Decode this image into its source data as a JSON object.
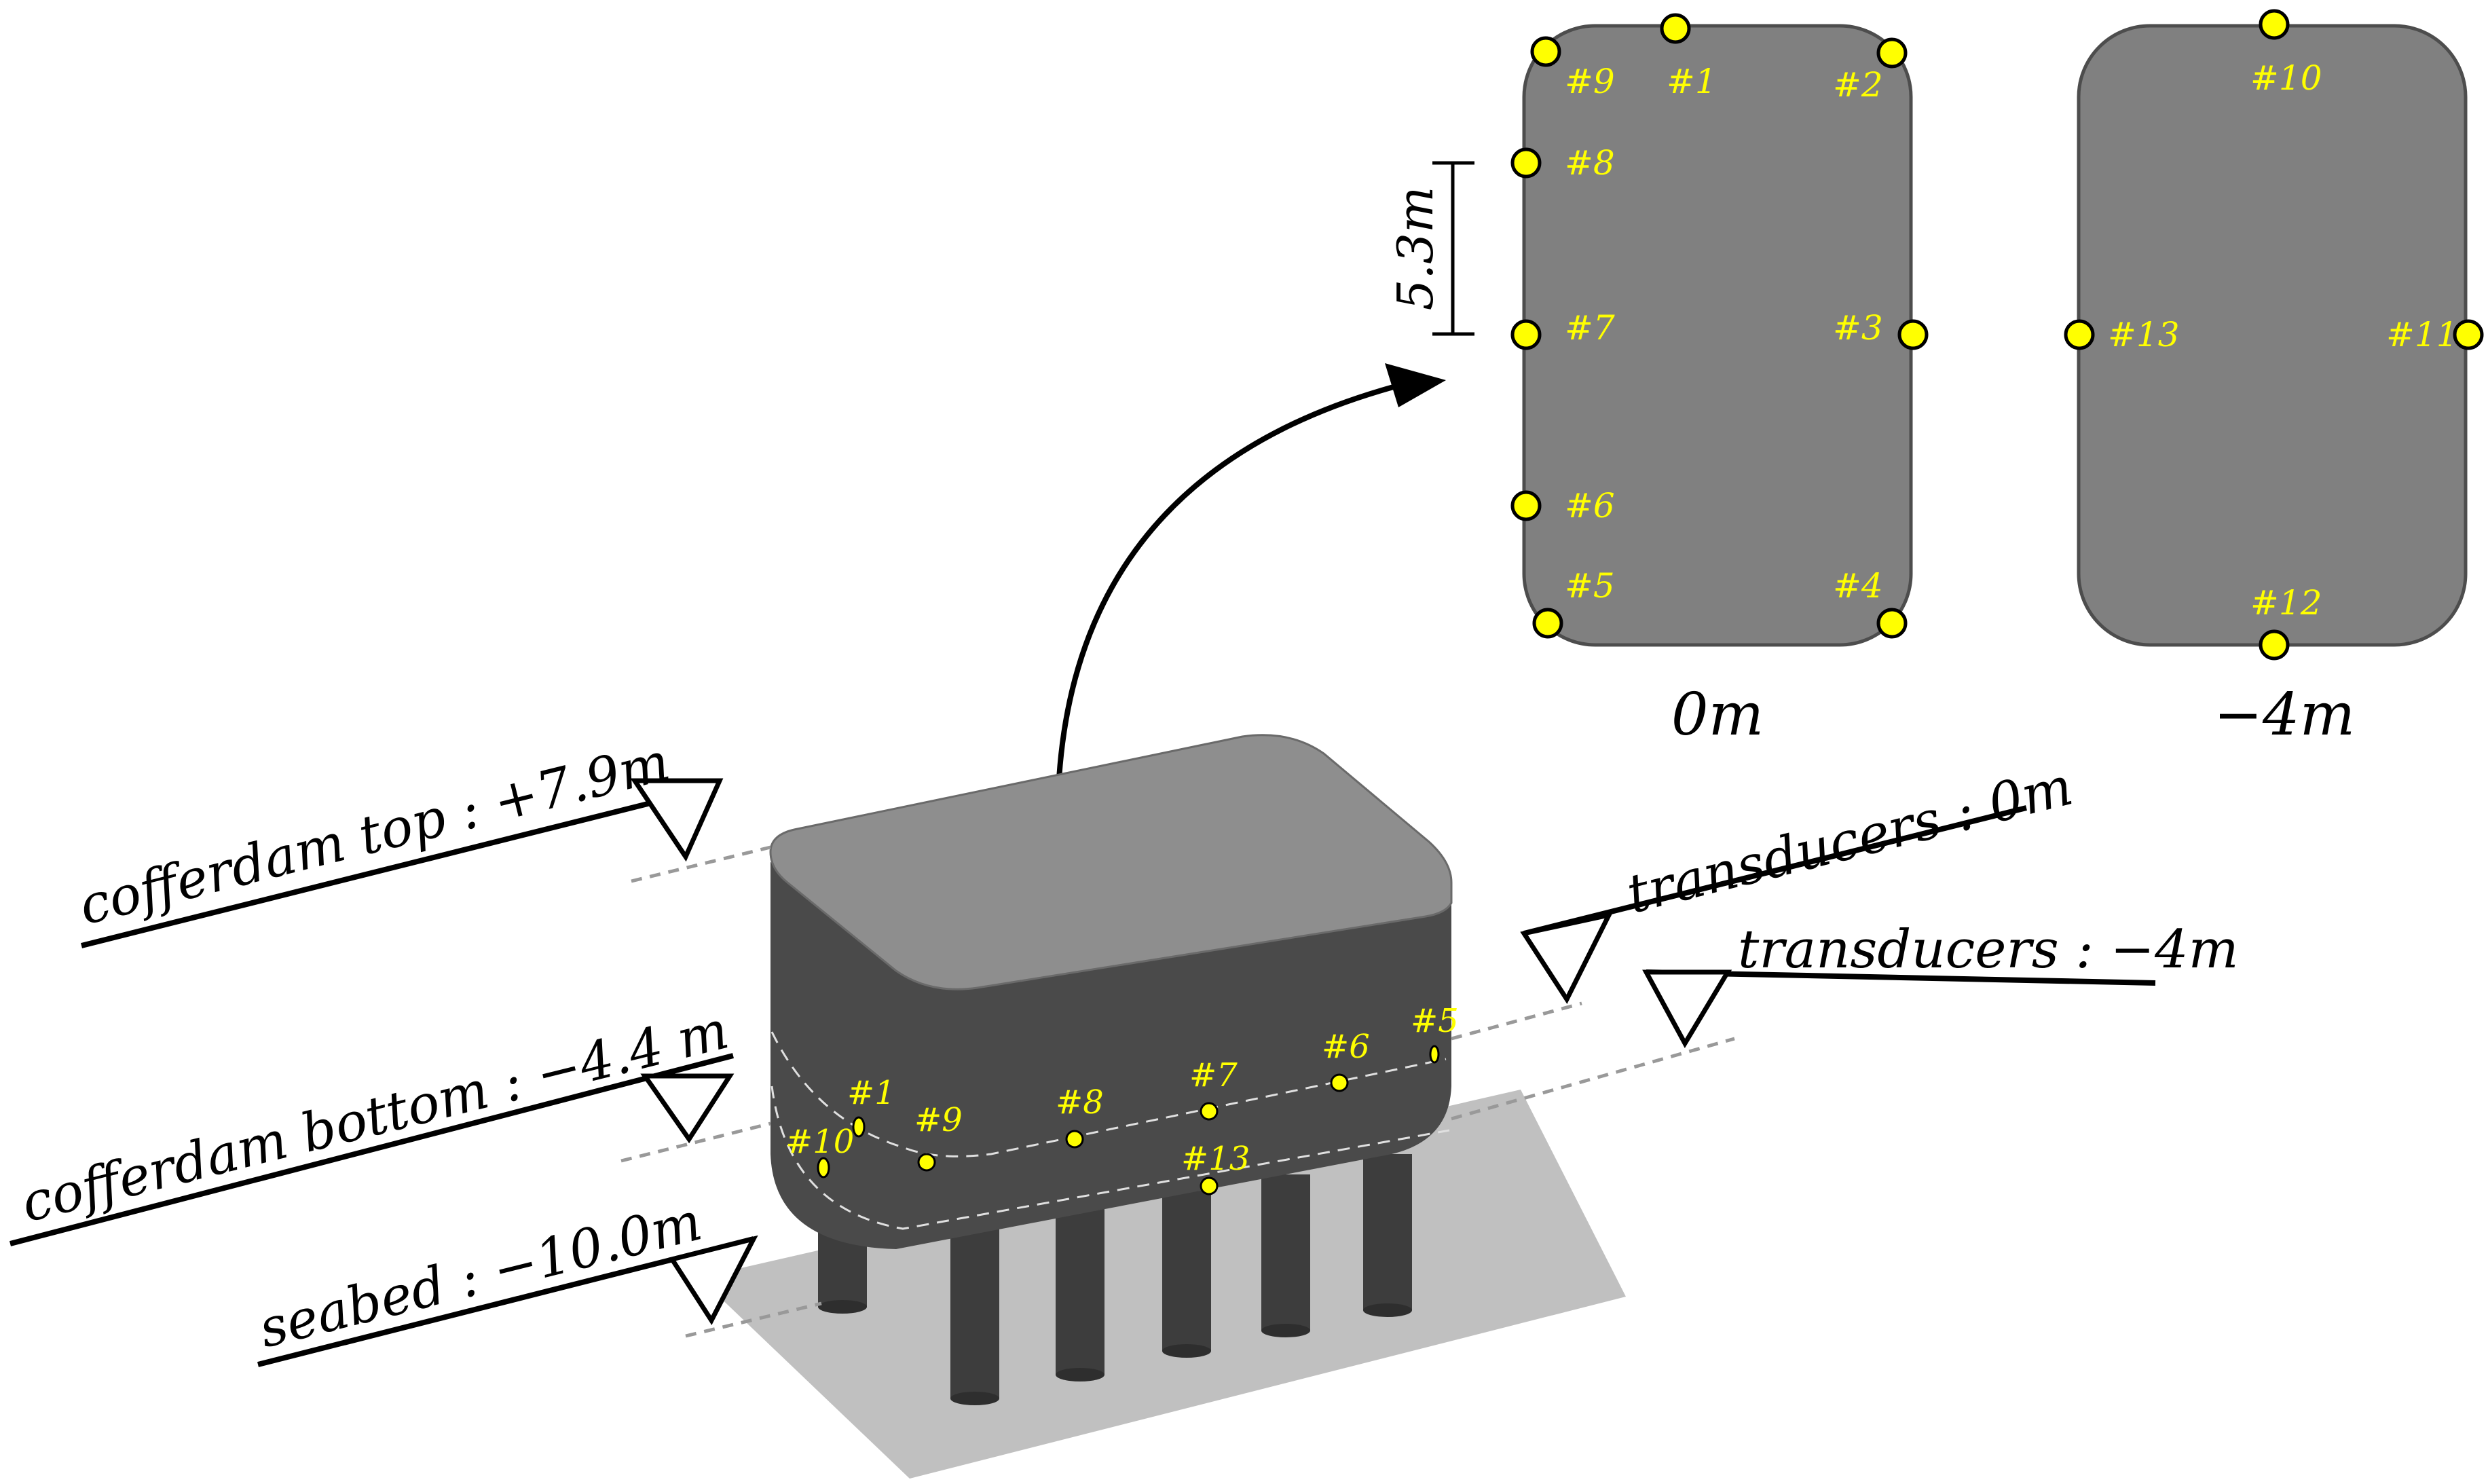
{
  "colors": {
    "background": "#ffffff",
    "plan_fill": "#808080",
    "plan_stroke": "#4d4d4d",
    "cofferdam_side": "#4a4a4a",
    "cofferdam_top": "#8e8e8e",
    "piles": "#3d3d3d",
    "seabed_plate": "#c0c0c0",
    "sensor": "#ffff00",
    "sensor_label": "#ffff00",
    "line": "#000000",
    "leader": "#999999"
  },
  "elevations": {
    "cofferdam_top": "cofferdam top :  +7.9m",
    "cofferdam_bottom": "cofferdam bottom :  −4.4 m",
    "seabed": "seabed :  −10.0m",
    "transducers_0": "transducers : 0m",
    "transducers_4": "transducers : −4m"
  },
  "plans": {
    "level_0": {
      "title": "0m",
      "dimension": "5.3m",
      "sensors": [
        "#1",
        "#2",
        "#3",
        "#4",
        "#5",
        "#6",
        "#7",
        "#8",
        "#9"
      ]
    },
    "level_minus4": {
      "title": "−4m",
      "sensors": [
        "#10",
        "#11",
        "#12",
        "#13"
      ]
    }
  },
  "model_sensors": [
    "#1",
    "#10",
    "#9",
    "#8",
    "#7",
    "#13",
    "#6",
    "#5"
  ],
  "icons": [
    "water-level-triangle-icon",
    "curved-arrow-icon",
    "sensor-dot-icon"
  ]
}
